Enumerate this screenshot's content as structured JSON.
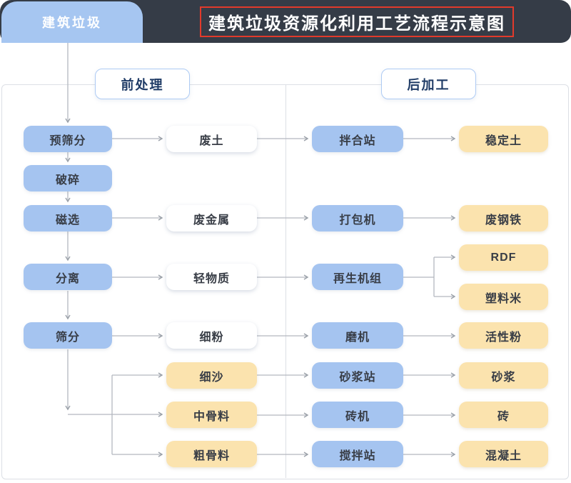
{
  "header": {
    "tab": "建筑垃圾",
    "title": "建筑垃圾资源化利用工艺流程示意图"
  },
  "sections": {
    "pre": "前处理",
    "post": "后加工"
  },
  "nodes": {
    "pretreatment": [
      "预筛分",
      "破碎",
      "磁选",
      "分离",
      "筛分"
    ],
    "materials_white": [
      "废土",
      "废金属",
      "轻物质",
      "细粉"
    ],
    "materials_yellow": [
      "细沙",
      "中骨料",
      "粗骨料"
    ],
    "equipment": [
      "拌合站",
      "打包机",
      "再生机组",
      "磨机",
      "砂浆站",
      "砖机",
      "搅拌站"
    ],
    "products": [
      "稳定土",
      "废钢铁",
      "RDF",
      "塑料米",
      "活性粉",
      "砂浆",
      "砖",
      "混凝土"
    ]
  },
  "colors": {
    "header_bg": "#353c47",
    "title_highlight_border": "#e23a2b",
    "tab_blue": "#a6c6f1",
    "process_blue": "#a5c4f0",
    "product_yellow": "#fbe3ae",
    "section_border": "#aecbf4",
    "section_text": "#1f3b66",
    "connector_line": "#b4b8bf",
    "panel_border": "#dcdfe5"
  }
}
